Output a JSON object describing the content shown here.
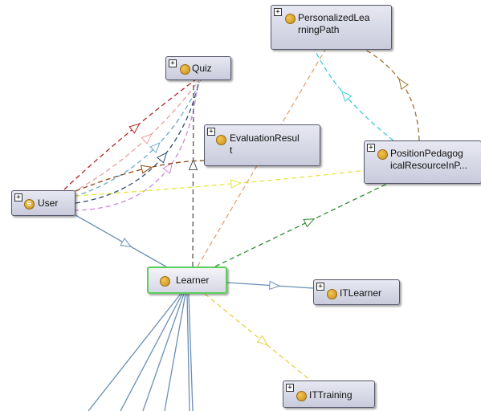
{
  "nodes": {
    "quiz": {
      "label": "Quiz",
      "expand": "+"
    },
    "personalized": {
      "label": "PersonalizedLea\nrningPath",
      "expand": "+"
    },
    "evaluation": {
      "label": "EvaluationResul\nt",
      "expand": "+"
    },
    "user": {
      "label": "User",
      "expand": "+"
    },
    "position": {
      "label": "PositionPedagog\nicalResourceInP...",
      "expand": "+"
    },
    "learner": {
      "label": "Learner"
    },
    "itlearner": {
      "label": "ITLearner",
      "expand": "+"
    },
    "ittraining": {
      "label": "ITTraining",
      "expand": "+"
    }
  },
  "colors": {
    "subclass": "#6a8fb5",
    "selected_border": "#5bd05b",
    "node_fill": "#d4d6e4"
  },
  "edges": [
    {
      "from": "user",
      "to": "quiz",
      "color": "#b22222",
      "style": "dashed"
    },
    {
      "from": "user",
      "to": "quiz",
      "color": "#e8a0a0",
      "style": "dashed"
    },
    {
      "from": "user",
      "to": "quiz",
      "color": "#6fa8c8",
      "style": "dashed"
    },
    {
      "from": "user",
      "to": "quiz",
      "color": "#2f4f6f",
      "style": "dashed"
    },
    {
      "from": "user",
      "to": "quiz",
      "color": "#cc88dd",
      "style": "dashed"
    },
    {
      "from": "user",
      "to": "evaluation",
      "color": "#8b4513",
      "style": "dashed"
    },
    {
      "from": "user",
      "to": "position",
      "color": "#e6e640",
      "style": "dashed"
    },
    {
      "from": "user",
      "to": "learner",
      "color": "#6a8fb5",
      "style": "solid"
    },
    {
      "from": "learner",
      "to": "quiz",
      "color": "#555555",
      "style": "dashed"
    },
    {
      "from": "learner",
      "to": "personalized",
      "color": "#e8a070",
      "style": "dashed"
    },
    {
      "from": "learner",
      "to": "position",
      "color": "#2e8b2e",
      "style": "dashed"
    },
    {
      "from": "learner",
      "to": "itlearner",
      "color": "#6a8fb5",
      "style": "solid"
    },
    {
      "from": "learner",
      "to": "ittraining",
      "color": "#e6d040",
      "style": "dashed"
    },
    {
      "from": "position",
      "to": "personalized",
      "color": "#40c8e0",
      "style": "dashed"
    },
    {
      "from": "position",
      "to": "personalized",
      "color": "#a07030",
      "style": "dashed"
    }
  ]
}
